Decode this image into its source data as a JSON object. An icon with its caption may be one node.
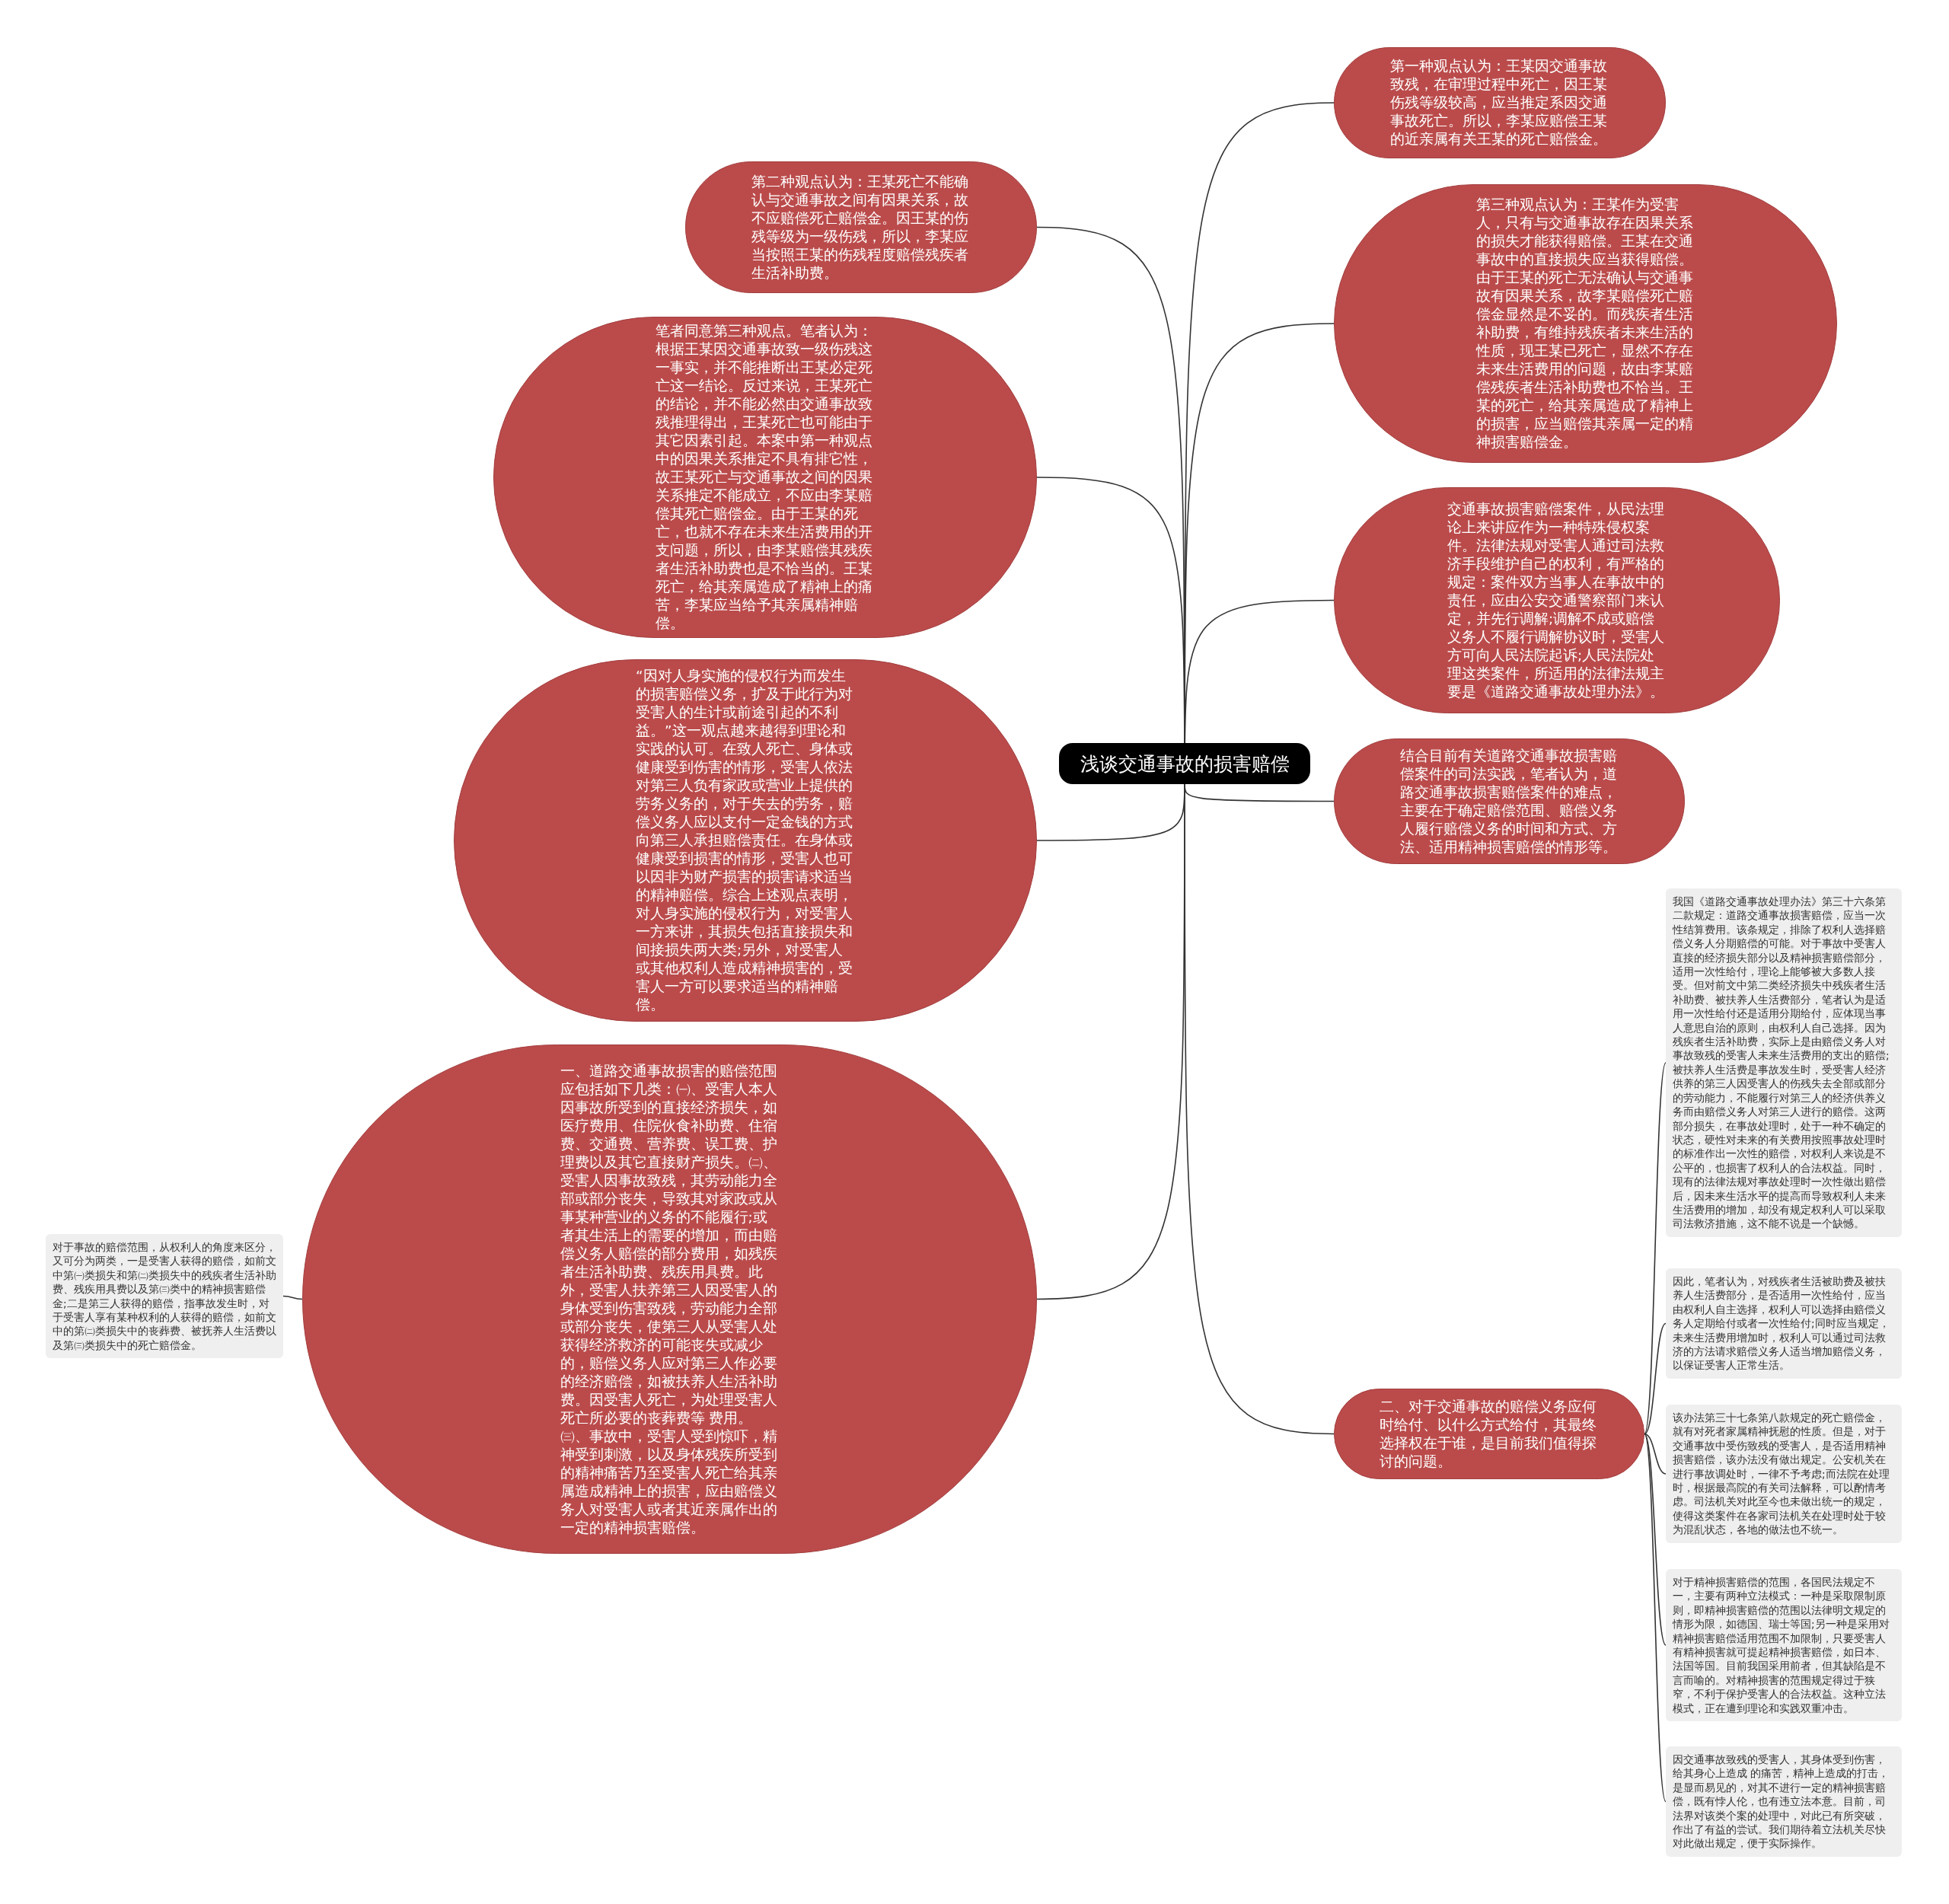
{
  "diagram": {
    "nodes": [
      {
        "text": [
          "浅谈交通事故的损害赔偿"
        ]
      },
      {
        "text": [
          "第一种观点认为：王某因交通事故致残，在审理过程中死亡，因王某伤残等级较高，应当推定系因交通事故死亡。所以，李某应赔偿王某的近亲属有关王某的死亡赔偿金。"
        ]
      },
      {
        "text": [
          "第二种观点认为：王某死亡不能确认与交通事故之间有因果关系，故不应赔偿死亡赔偿金。因王某的伤残等级为一级伤残，所以，李某应当按照王某的伤残程度赔偿残疾者生活补助费。"
        ]
      },
      {
        "text": [
          "第三种观点认为：王某作为受害人，只有与交通事故存在因果关系的损失才能获得赔偿。王某在交通事故中的直接损失应当获得赔偿。由于王某的死亡无法确认与交通事故有因果关系，故李某赔偿死亡赔偿金显然是不妥的。而残疾者生活补助费，有维持残疾者未来生活的性质，现王某已死亡，显然不存在未来生活费用的问题，故由李某赔偿残疾者生活补助费也不恰当。王某的死亡，给其亲属造成了精神上的损害，应当赔偿其亲属一定的精神损害赔偿金。"
        ]
      },
      {
        "text": [
          "笔者同意第三种观点。笔者认为：根据王某因交通事故致一级伤残这一事实，并不能推断出王某必定死亡这一结论。反过来说，王某死亡的结论，并不能必然由交通事故致残推理得出，王某死亡也可能由于其它因素引起。本案中第一种观点中的因果关系推定不具有排它性，故王某死亡与交通事故之间的因果关系推定不能成立，不应由李某赔偿其死亡赔偿金。由于王某的死亡，也就不存在未来生活费用的开支问题，所以，由李某赔偿其残疾者生活补助费也是不恰当的。王某死亡，给其亲属造成了精神上的痛苦，李某应当给予其亲属精神赔偿。"
        ]
      },
      {
        "text": [
          "交通事故损害赔偿案件，从民法理论上来讲应作为一种特殊侵权案件。法律法规对受害人通过司法救济手段维护自己的权利，有严格的规定：案件双方当事人在事故中的责任，应由公安交通警察部门来认定，并先行调解;调解不成或赔偿义务人不履行调解协议时，受害人方可向人民法院起诉;人民法院处理这类案件，所适用的法律法规主要是《道路交通事故处理办法》。"
        ]
      },
      {
        "text": [
          "“因对人身实施的侵权行为而发生的损害赔偿义务，扩及于此行为对受害人的生计或前途引起的不利益。”这一观点越来越得到理论和实践的认可。在致人死亡、身体或健康受到伤害的情形，受害人依法对第三人负有家政或营业上提供的劳务义务的，对于失去的劳务，赔偿义务人应以支付一定金钱的方式向第三人承担赔偿责任。在身体或健康受到损害的情形，受害人也可以因非为财产损害的损害请求适当的精神赔偿。综合上述观点表明，对人身实施的侵权行为，对受害人一方来讲，其损失包括直接损失和间接损失两大类;另外，对受害人或其他权利人造成精神损害的，受害人一方可以要求适当的精神赔偿。"
        ]
      },
      {
        "text": [
          "结合目前有关道路交通事故损害赔偿案件的司法实践，笔者认为，道路交通事故损害赔偿案件的难点，主要在于确定赔偿范围、赔偿义务人履行赔偿义务的时间和方式、方法、适用精神损害赔偿的情形等。"
        ]
      },
      {
        "text": [
          "一、道路交通事故损害的赔偿范围应包括如下几类：㈠、受害人本人因事故所受到的直接经济损失，如医疗费用、住院伙食补助费、住宿费、交通费、营养费、误工费、护理费以及其它直接财产损失。㈡、受害人因事故致残，其劳动能力全部或部分丧失，导致其对家政或从事某种营业的义务的不能履行;或者其生活上的需要的增加，而由赔偿义务人赔偿的部分费用，如残疾者生活补助费、残疾用具费。此外，受害人扶养第三人因受害人的身体受到伤害致残，劳动能力全部或部分丧失，使第三人从受害人处获得经济救济的可能丧失或减少的，赔偿义务人应对第三人作必要的经济赔偿，如被扶养人生活补助费。因受害人死亡，为处理受害人死亡所必要的丧葬费等 费用。㈢、事故中，受害人受到惊吓，精神受到刺激，以及身体残疾所受到的精神痛苦乃至受害人死亡给其亲属造成精神上的损害，应由赔偿义务人对受害人或者其近亲属作出的一定的精神损害赔偿。"
        ]
      },
      {
        "text": [
          "对于事故的赔偿范围，从权利人的角度来区分，又可分为两类，一是受害人获得的赔偿，如前文中第㈠类损失和第㈡类损失中的残疾者生活补助费、残疾用具费以及第㈢类中的精神损害赔偿金;二是第三人获得的赔偿，指事故发生时，对于受害人享有某种权利的人获得的赔偿，如前文中的第㈡类损失中的丧葬费、被抚养人生活费以及第㈢类损失中的死亡赔偿金。"
        ]
      },
      {
        "text": [
          "二、对于交通事故的赔偿义务应何时给付、以什么方式给付，其最终选择权在于谁，是目前我们值得探讨的问题。"
        ]
      },
      {
        "text": [
          "我国《道路交通事故处理办法》第三十六条第二款规定：道路交通事故损害赔偿，应当一次性结算费用。该条规定，排除了权利人选择赔偿义务人分期赔偿的可能。对于事故中受害人直接的经济损失部分以及精神损害赔偿部分，适用一次性给付，理论上能够被大多数人接受。但对前文中第二类经济损失中残疾者生活补助费、被扶养人生活费部分，笔者认为是适用一次性给付还是适用分期给付，应体现当事人意思自治的原则，由权利人自己选择。因为残疾者生活补助费，实际上是由赔偿义务人对事故致残的受害人未来生活费用的支出的赔偿;被扶养人生活费是事故发生时，受受害人经济供养的第三人因受害人的伤残失去全部或部分的劳动能力，不能履行对第三人的经济供养义务而由赔偿义务人对第三人进行的赔偿。这两部分损失，在事故处理时，处于一种不确定的状态，硬性对未来的有关费用按照事故处理时的标准作出一次性的赔偿，对权利人来说是不公平的，也损害了权利人的合法权益。同时，现有的法律法规对事故处理时一次性做出赔偿后，因未来生活水平的提高而导致权利人未来生活费用的增加，却没有规定权利人可以采取司法救济措施，这不能不说是一个缺憾。"
        ]
      },
      {
        "text": [
          "因此，笔者认为，对残疾者生活被助费及被扶养人生活费部分，是否适用一次性给付，应当由权利人自主选择，权利人可以选择由赔偿义务人定期给付或者一次性给付;同时应当规定，未来生活费用增加时，权利人可以通过司法救济的方法请求赔偿义务人适当增加赔偿义务，以保证受害人正常生活。"
        ]
      },
      {
        "text": [
          "该办法第三十七条第八款规定的死亡赔偿金，就有对死者家属精神抚慰的性质。但是，对于交通事故中受伤致残的受害人，是否适用精神损害赔偿，该办法没有做出规定。公安机关在进行事故调处时，一律不予考虑;而法院在处理时，根据最高院的有关司法解释，可以酌情考虑。司法机关对此至今也未做出统一的规定，使得这类案件在各家司法机关在处理时处于较为混乱状态，各地的做法也不统一。"
        ]
      },
      {
        "text": [
          "对于精神损害赔偿的范围，各国民法规定不一，主要有两种立法模式：一种是采取限制原则，即精神损害赔偿的范围以法律明文规定的情形为限，如德国、瑞士等国;另一种是采用对精神损害赔偿适用范围不加限制，只要受害人有精神损害就可提起精神损害赔偿，如日本、法国等国。目前我国采用前者，但其缺陷是不言而喻的。对精神损害的范围规定得过于狭窄，不利于保护受害人的合法权益。这种立法模式，正在遭到理论和实践双重冲击。"
        ]
      },
      {
        "text": [
          "因交通事故致残的受害人，其身体受到伤害，给其身心上造成 的痛苦，精神上造成的打击，是显而易见的，对其不进行一定的精神损害赔偿，既有悖人伦，也有违立法本意。目前，司法界对该类个案的处理中，对此已有所突破，作出了有益的尝试。我们期待着立法机关尽快对此做出规定，便于实际操作。"
        ]
      }
    ],
    "edges": [
      {
        "from": 0,
        "to": 1,
        "arrow": "none"
      },
      {
        "from": 0,
        "to": 2,
        "arrow": "none"
      },
      {
        "from": 0,
        "to": 3,
        "arrow": "none"
      },
      {
        "from": 0,
        "to": 4,
        "arrow": "none"
      },
      {
        "from": 0,
        "to": 5,
        "arrow": "none"
      },
      {
        "from": 0,
        "to": 6,
        "arrow": "none"
      },
      {
        "from": 0,
        "to": 7,
        "arrow": "none"
      },
      {
        "from": 0,
        "to": 8,
        "arrow": "none"
      },
      {
        "from": 8,
        "to": 9,
        "arrow": "none"
      },
      {
        "from": 0,
        "to": 10,
        "arrow": "none"
      },
      {
        "from": 10,
        "to": 11,
        "arrow": "none"
      },
      {
        "from": 10,
        "to": 12,
        "arrow": "none"
      },
      {
        "from": 10,
        "to": 13,
        "arrow": "none"
      },
      {
        "from": 10,
        "to": 14,
        "arrow": "none"
      },
      {
        "from": 10,
        "to": 15,
        "arrow": "none"
      }
    ]
  }
}
